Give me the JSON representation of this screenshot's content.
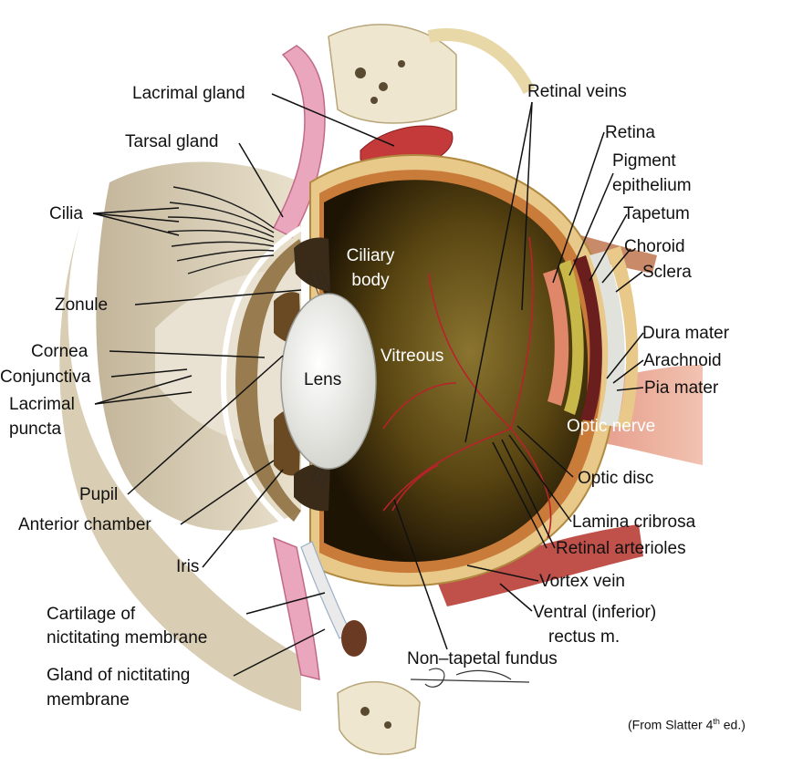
{
  "labels": {
    "lacrimal_gland": "Lacrimal gland",
    "tarsal_gland": "Tarsal gland",
    "cilia": "Cilia",
    "ciliary_body_line1": "Ciliary",
    "ciliary_body_line2": "body",
    "zonule": "Zonule",
    "cornea": "Cornea",
    "conjunctiva": "Conjunctiva",
    "lacrimal_puncta_line1": "Lacrimal",
    "lacrimal_puncta_line2": "puncta",
    "lens": "Lens",
    "vitreous": "Vitreous",
    "pupil": "Pupil",
    "anterior_chamber": "Anterior chamber",
    "iris": "Iris",
    "cartilage_line1": "Cartilage of",
    "cartilage_line2": "nictitating membrane",
    "gland_line1": "Gland of nictitating",
    "gland_line2": "membrane",
    "retinal_veins": "Retinal veins",
    "retina": "Retina",
    "pigment_epithelium_line1": "Pigment",
    "pigment_epithelium_line2": "epithelium",
    "tapetum": "Tapetum",
    "choroid": "Choroid",
    "sclera": "Sclera",
    "dura_mater": "Dura mater",
    "arachnoid": "Arachnoid",
    "pia_mater": "Pia mater",
    "optic_nerve": "Optic nerve",
    "optic_disc": "Optic disc",
    "lamina_cribrosa": "Lamina cribrosa",
    "retinal_arterioles": "Retinal arterioles",
    "vortex_vein": "Vortex vein",
    "ventral_rectus_line1": "Ventral (inferior)",
    "ventral_rectus_line2": "rectus m.",
    "non_tapetal_fundus": "Non–tapetal fundus"
  },
  "source_note": {
    "prefix": "(From Slatter 4",
    "sup": "th",
    "suffix": " ed.)"
  },
  "colors": {
    "vitreous_dark": "#3a2a08",
    "vitreous_light": "#a08a3a",
    "sclera": "#e8c98a",
    "retina": "#c97b3a",
    "lens": "#e6e6e0",
    "skin": "#d8c8a8",
    "muscle": "#c0504a",
    "pink_tissue": "#e8a0b8",
    "leader_line": "#111111"
  }
}
